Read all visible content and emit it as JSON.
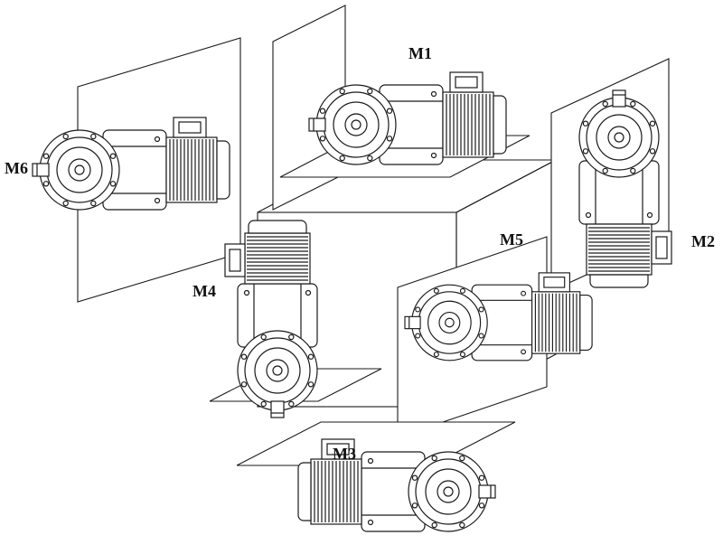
{
  "page": {
    "background": "#ffffff"
  },
  "diagram": {
    "line_color": "#1a1a1a",
    "labels": {
      "m1": "M1",
      "m2": "M2",
      "m3": "M3",
      "m4": "M4",
      "m5": "M5",
      "m6": "M6"
    }
  }
}
